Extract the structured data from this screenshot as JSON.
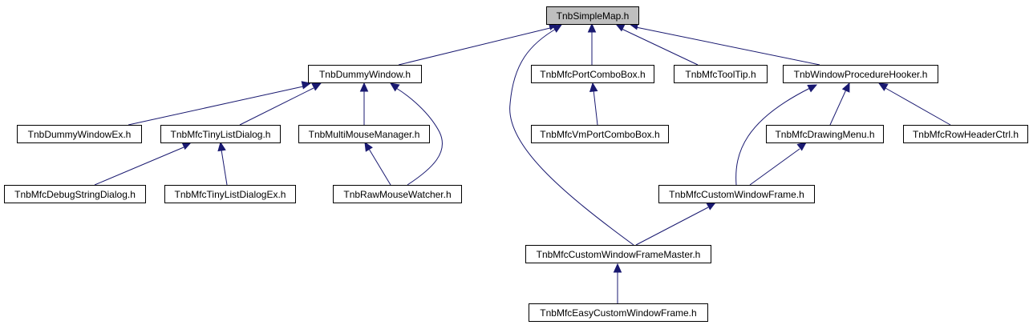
{
  "nodes": {
    "simplemap": "TnbSimpleMap.h",
    "dummywindow": "TnbDummyWindow.h",
    "portcombo": "TnbMfcPortComboBox.h",
    "tooltip": "TnbMfcToolTip.h",
    "wndprochooker": "TnbWindowProcedureHooker.h",
    "dummywindowex": "TnbDummyWindowEx.h",
    "tinylistdialog": "TnbMfcTinyListDialog.h",
    "multimouse": "TnbMultiMouseManager.h",
    "vmportcombo": "TnbMfcVmPortComboBox.h",
    "drawingmenu": "TnbMfcDrawingMenu.h",
    "rowheader": "TnbMfcRowHeaderCtrl.h",
    "debugstring": "TnbMfcDebugStringDialog.h",
    "tinylistdialogex": "TnbMfcTinyListDialogEx.h",
    "rawmouse": "TnbRawMouseWatcher.h",
    "customframe": "TnbMfcCustomWindowFrame.h",
    "customframemaster": "TnbMfcCustomWindowFrameMaster.h",
    "easycustomframe": "TnbMfcEasyCustomWindowFrame.h"
  },
  "colors": {
    "edge": "#191970",
    "root_fill": "#bfbfbf",
    "node_fill": "#ffffff",
    "node_border": "#000000"
  }
}
